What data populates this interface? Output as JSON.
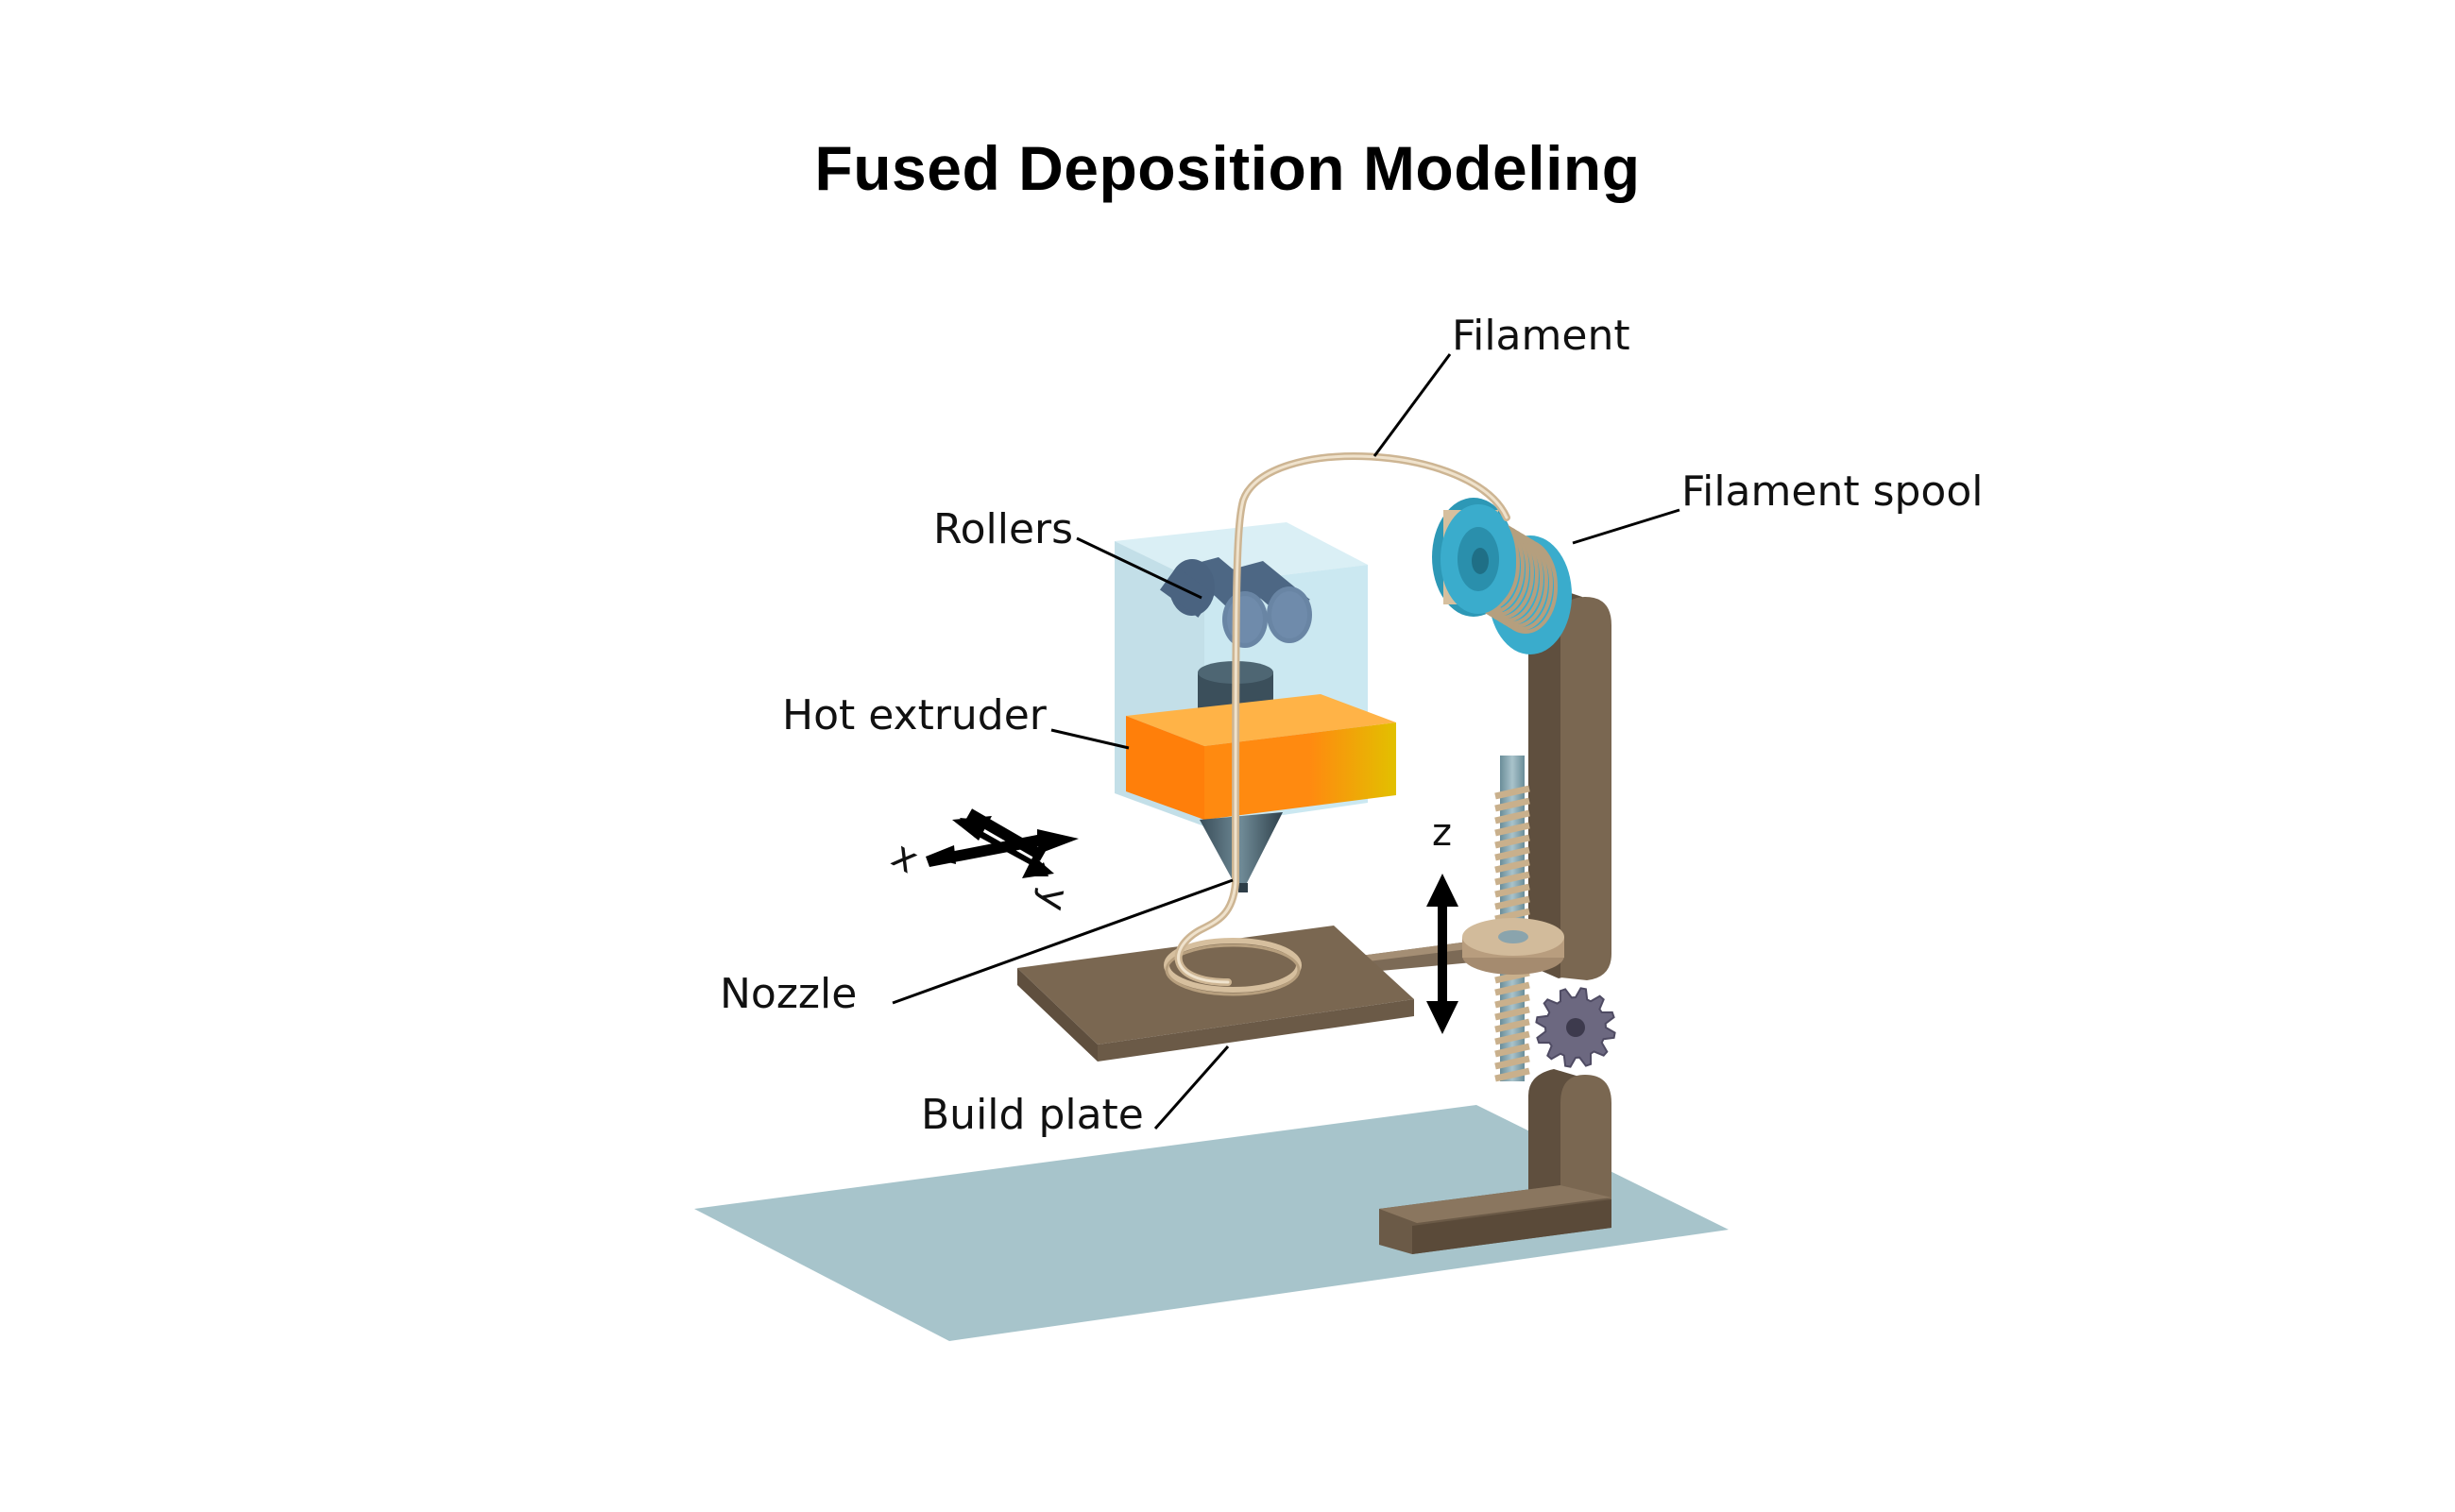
{
  "title": "Fused Deposition Modeling",
  "labels": {
    "filament": "Filament",
    "filament_spool": "Filament spool",
    "rollers": "Rollers",
    "hot_extruder": "Hot extruder",
    "nozzle": "Nozzle",
    "build_plate": "Build plate"
  },
  "axes": {
    "x": "x",
    "y": "y",
    "z": "z"
  },
  "colors": {
    "floor": "#a7c4cb",
    "frame": "#7a6751",
    "frame_dark": "#5f4f3e",
    "spool": "#3aaccc",
    "filament": "#d6bf9e",
    "extruder_front": "#ff8a10",
    "extruder_right": "#e0b800",
    "housing": "#c7e6ee",
    "roller": "#5b7793",
    "gear": "#6c6880"
  }
}
